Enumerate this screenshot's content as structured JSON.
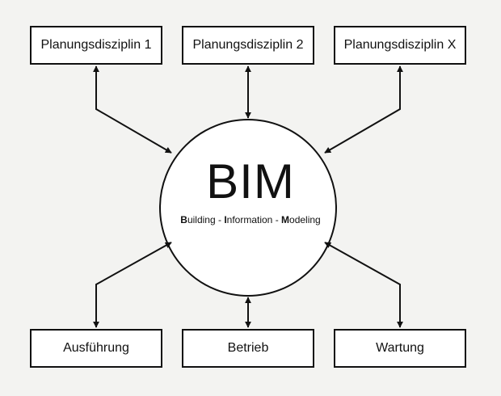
{
  "diagram": {
    "center": {
      "title": "BIM",
      "subtitle_parts": [
        {
          "bold": "B",
          "rest": "uilding"
        },
        {
          "sep": " - "
        },
        {
          "bold": "I",
          "rest": "nformation"
        },
        {
          "sep": " - "
        },
        {
          "bold": "M",
          "rest": "odeling"
        }
      ]
    },
    "top_boxes": [
      "Planungsdisziplin 1",
      "Planungsdisziplin 2",
      "Planungsdisziplin X"
    ],
    "bottom_boxes": [
      "Ausführung",
      "Betrieb",
      "Wartung"
    ]
  }
}
